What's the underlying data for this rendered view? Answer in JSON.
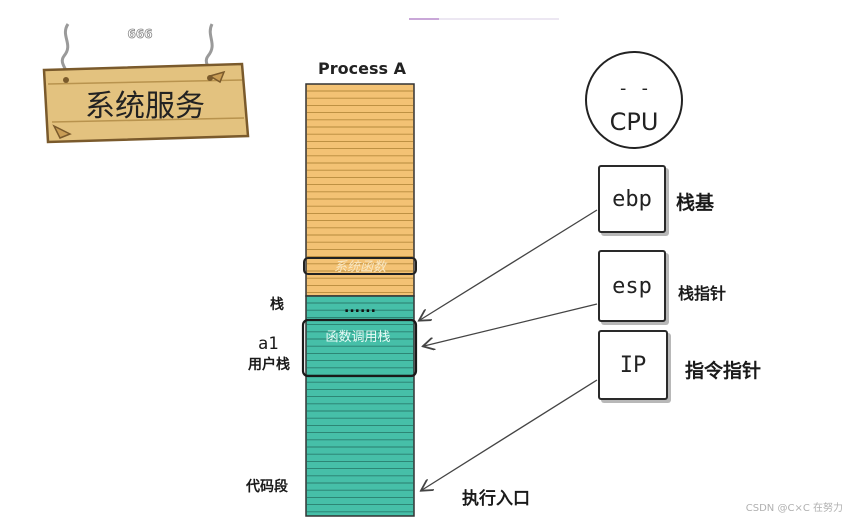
{
  "sign": {
    "tag": "666",
    "title": "系统服务"
  },
  "process": {
    "title": "Process A",
    "sys_call_label": "系统函数",
    "dots": "......",
    "frame_label": "函数调用栈"
  },
  "side_labels": {
    "stack": "栈",
    "a1": "a1",
    "user_stack": "用户栈",
    "code_segment": "代码段",
    "entry": "执行入口"
  },
  "cpu": {
    "eyes": "- -",
    "label": "CPU"
  },
  "registers": [
    {
      "name": "ebp",
      "desc": "栈基"
    },
    {
      "name": "esp",
      "desc": "栈指针"
    },
    {
      "name": "IP",
      "desc": "指令指针"
    }
  ],
  "watermark": "CSDN @C×C 在努力",
  "colors": {
    "orange": "#f3c274",
    "orange_line": "#b68a3c",
    "teal": "#46bfa8",
    "teal_line": "#2a7e6e",
    "wood": "#e3c27f",
    "wood_dark": "#7a5a2c"
  }
}
